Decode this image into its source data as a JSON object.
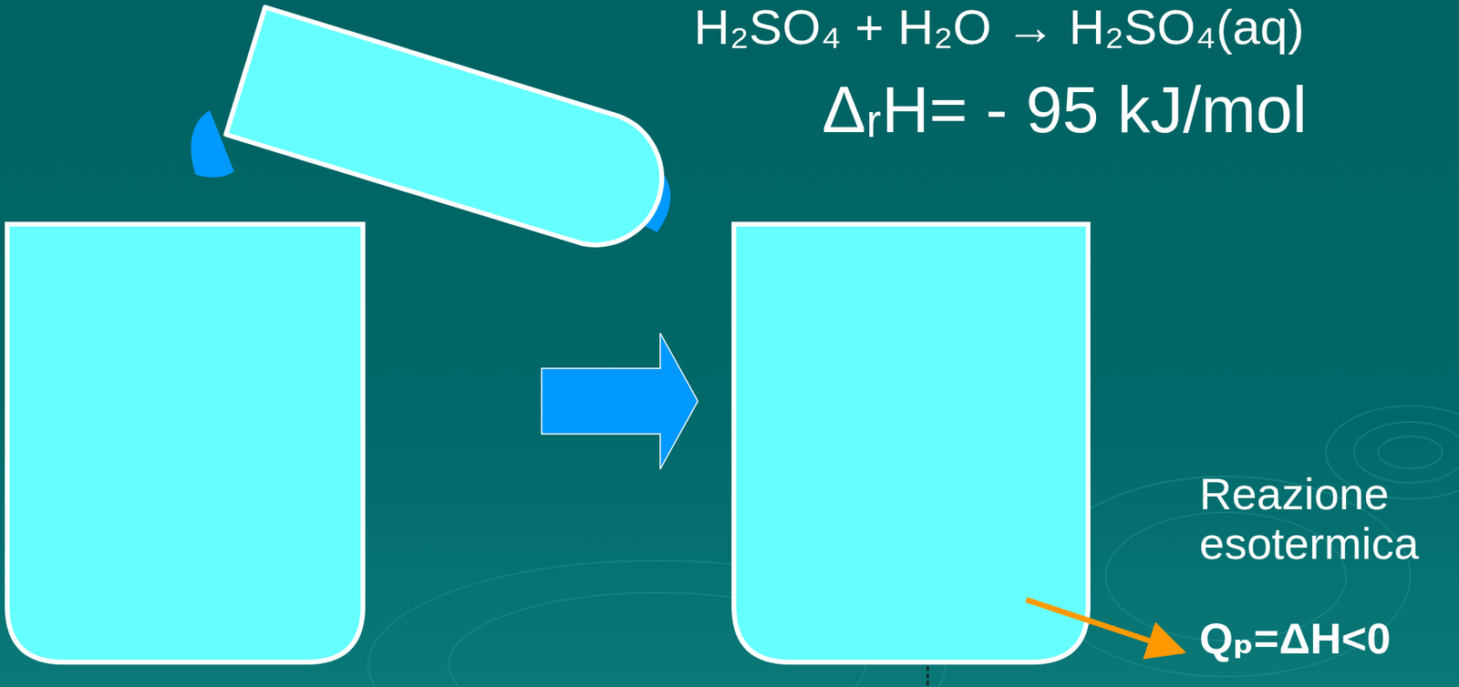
{
  "diagram": {
    "labels": [
      "H₂SO₄ + H₂O → H₂SO₄(aq)",
      "ΔᵣH= - 95 kJ/mol",
      "Reazione esotermica",
      "Qₚ=ΔH<0"
    ]
  }
}
